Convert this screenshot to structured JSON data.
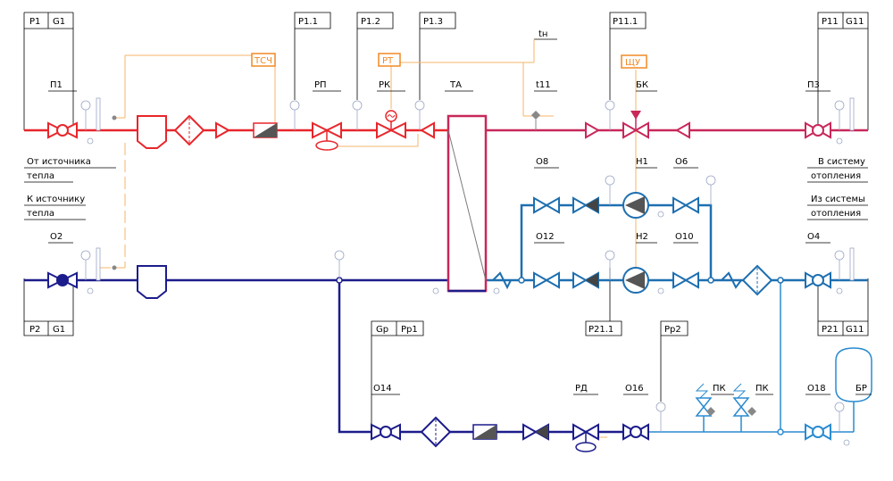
{
  "tags": {
    "p1_g1": [
      "P1",
      "G1"
    ],
    "p2_g1": [
      "P2",
      "G1"
    ],
    "p11_g11": [
      "P11",
      "G11"
    ],
    "p21_g11": [
      "P21",
      "G11"
    ],
    "gp_pp1": [
      "Gp",
      "Pp1"
    ],
    "p1_1": "P1.1",
    "p1_2": "P1.2",
    "p1_3": "P1.3",
    "p11_1": "P11.1",
    "p21_1": "P21.1",
    "pp2": "Pp2",
    "tn": "tн"
  },
  "controllers": {
    "tsch": "ТСЧ",
    "pt": "РТ",
    "schu": "ЩУ"
  },
  "labels": {
    "p1": "П1",
    "rp": "РП",
    "rk": "РК",
    "ta": "ТА",
    "t11": "t11",
    "bk": "БК",
    "p3": "П3",
    "o2": "О2",
    "o8": "О8",
    "n1": "Н1",
    "o6": "О6",
    "o12": "О12",
    "n2": "Н2",
    "o10": "О10",
    "o4": "О4",
    "o14": "О14",
    "rd": "РД",
    "o16": "О16",
    "pk1": "ПК",
    "pk2": "ПК",
    "o18": "О18",
    "br": "БР"
  },
  "notes": {
    "from_source": [
      "От источника",
      "тепла"
    ],
    "to_source": [
      "К источнику",
      "тепла"
    ],
    "to_system": [
      "В систему",
      "отопления"
    ],
    "from_system": [
      "Из системы",
      "отопления"
    ]
  },
  "colors": {
    "supply_primary": "#e8262b",
    "return_primary": "#1c1c8c",
    "supply_secondary": "#c8285a",
    "return_secondary": "#1e6fb0",
    "makeup": "#2a8bd0",
    "control": "#f08a24",
    "gauge": "#9aa6c4"
  }
}
